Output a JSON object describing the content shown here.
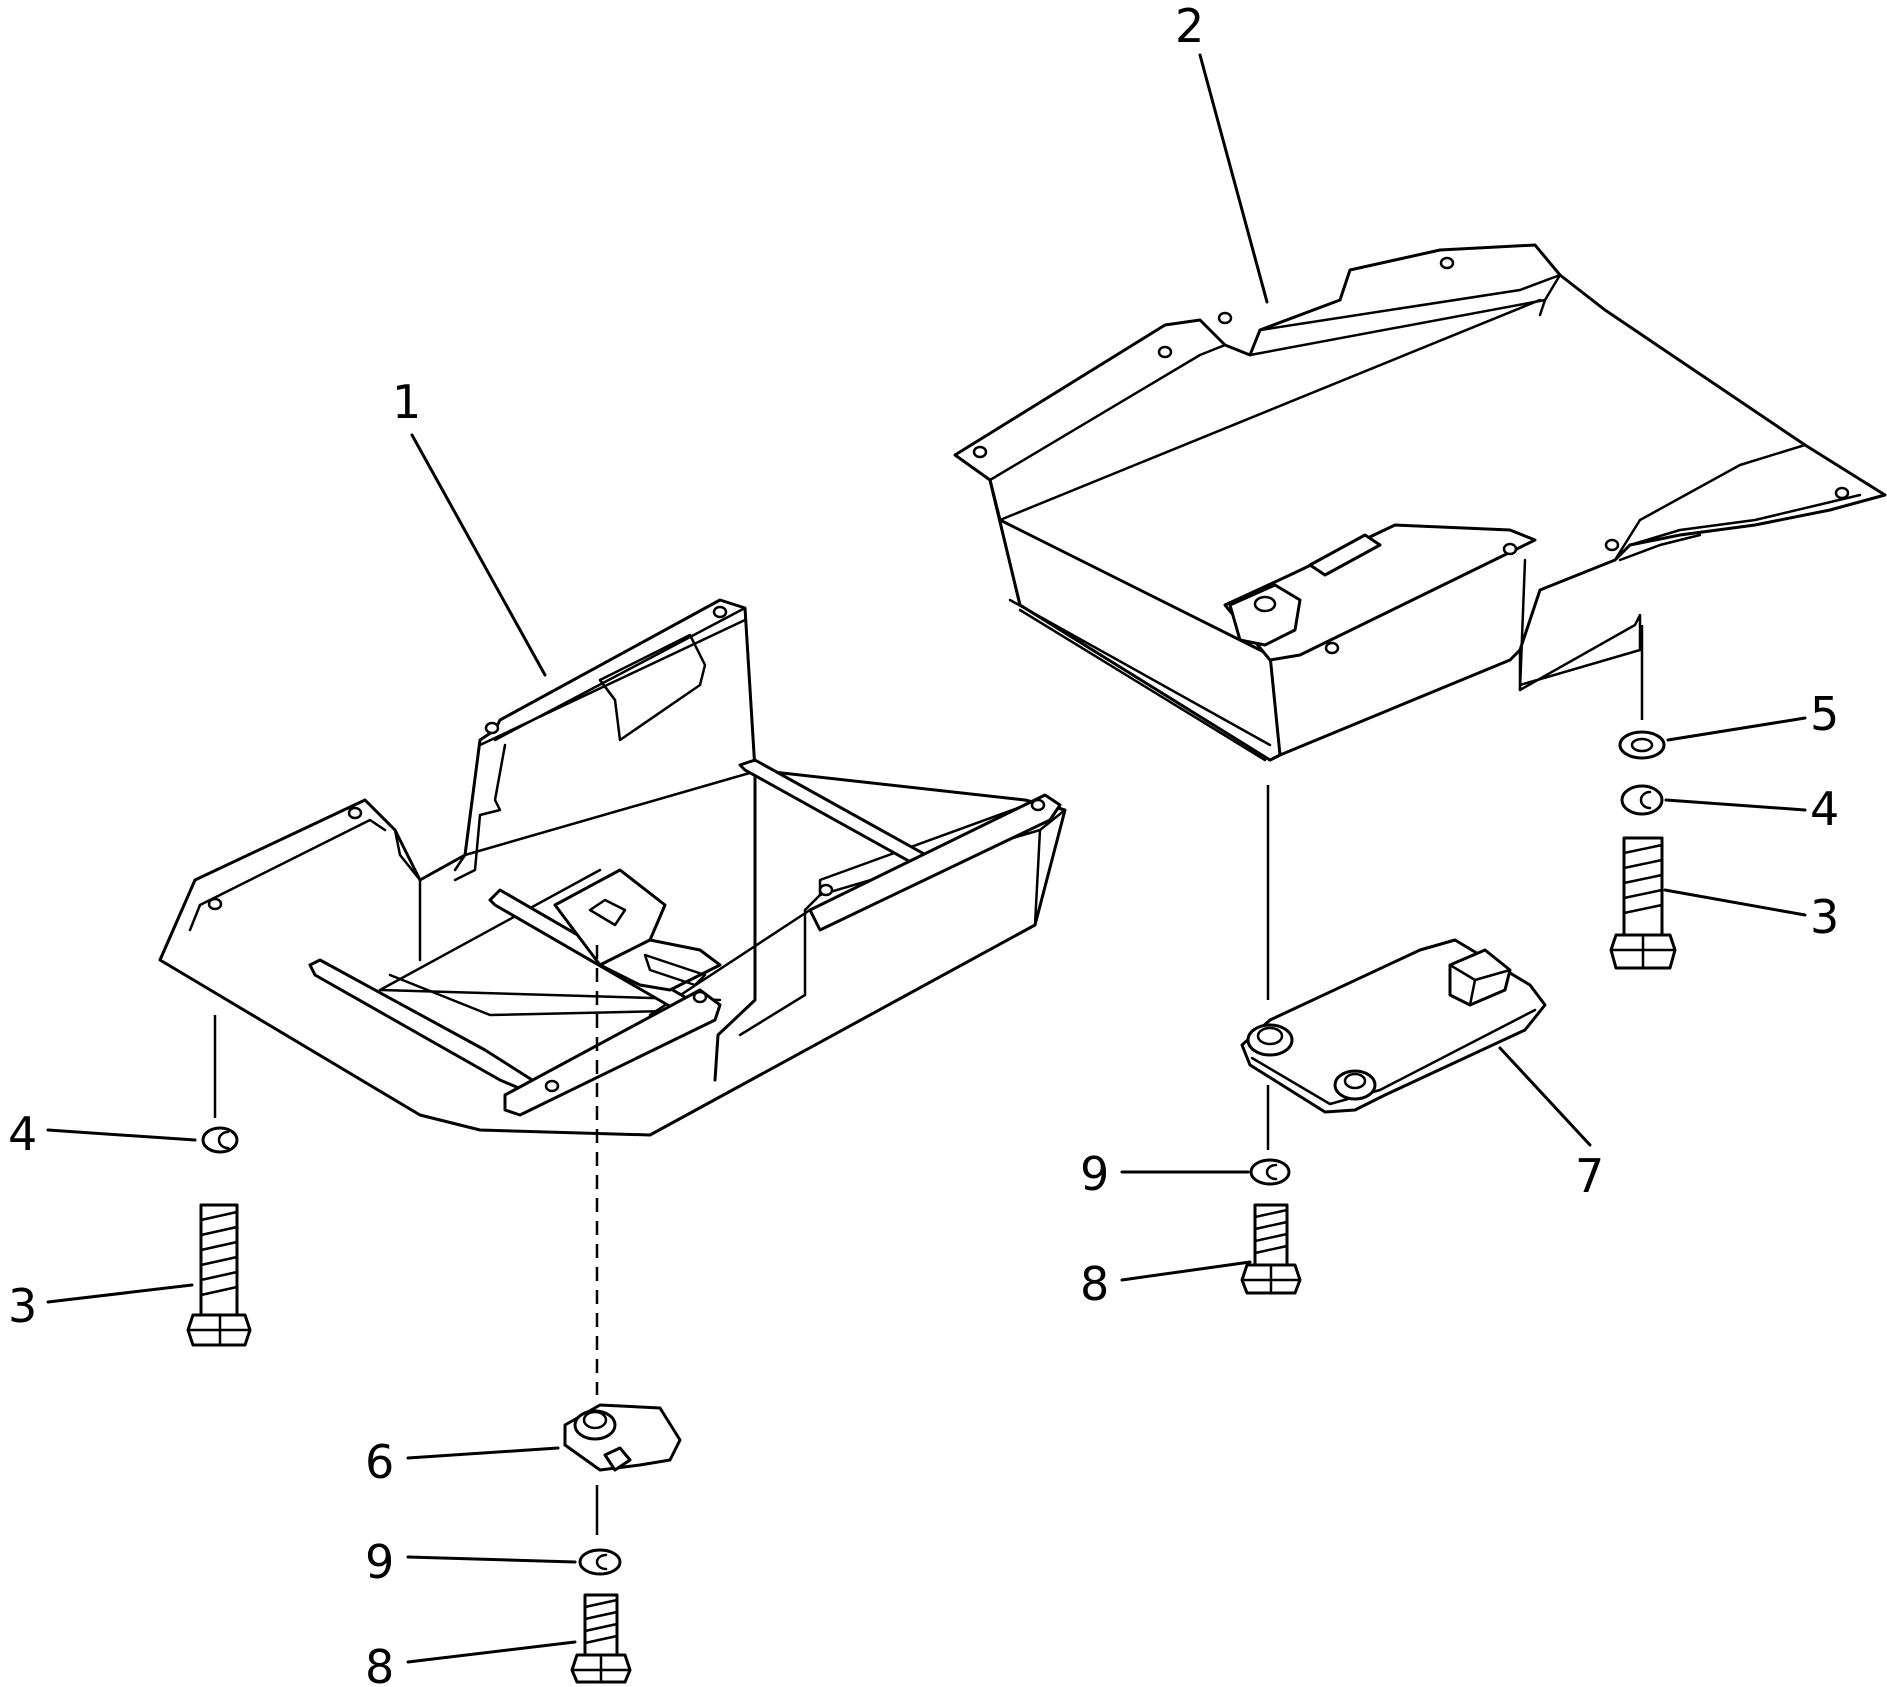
{
  "callouts": {
    "c1": "1",
    "c2": "2",
    "c3_left": "3",
    "c4_left": "4",
    "c6": "6",
    "c9_bottom": "9",
    "c8_bottom": "8",
    "c5": "5",
    "c4_right": "4",
    "c3_right": "3",
    "c7": "7",
    "c9_mid": "9",
    "c8_mid": "8"
  },
  "parts": [
    {
      "id": "1",
      "name": "left-floor-cover"
    },
    {
      "id": "2",
      "name": "right-floor-cover"
    },
    {
      "id": "3",
      "name": "bolt"
    },
    {
      "id": "4",
      "name": "lock-washer"
    },
    {
      "id": "5",
      "name": "flat-washer"
    },
    {
      "id": "6",
      "name": "small-inspection-cover"
    },
    {
      "id": "7",
      "name": "large-inspection-cover"
    },
    {
      "id": "8",
      "name": "bolt"
    },
    {
      "id": "9",
      "name": "washer"
    }
  ],
  "colors": {
    "ink": "#000000",
    "paper": "#ffffff"
  }
}
